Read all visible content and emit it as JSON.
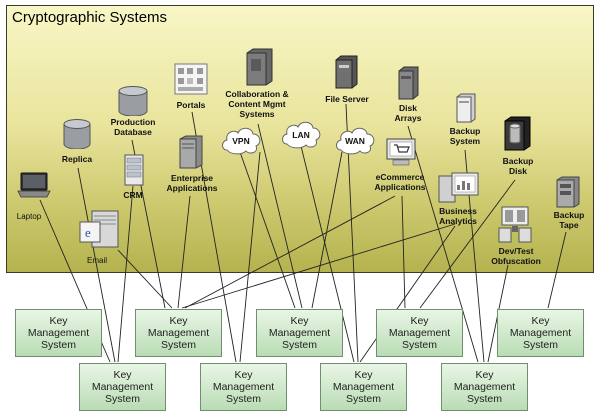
{
  "title": "Cryptographic Systems",
  "nodes": {
    "laptop": "Laptop",
    "replica": "Replica",
    "production_database": "Production\nDatabase",
    "crm": "CRM",
    "email": "Email",
    "portals": "Portals",
    "enterprise_applications": "Enterprise\nApplications",
    "collaboration": "Collaboration &\nContent Mgmt\nSystems",
    "vpn": "VPN",
    "lan": "LAN",
    "file_server": "File Server",
    "wan": "WAN",
    "disk_arrays": "Disk\nArrays",
    "ecommerce": "eCommerce\nApplications",
    "business_analytics": "Business\nAnalytics",
    "backup_system": "Backup\nSystem",
    "backup_disk": "Backup\nDisk",
    "dev_test": "Dev/Test\nObfuscation",
    "backup_tape": "Backup\nTape"
  },
  "kms_label": "Key\nManagement\nSystem",
  "kms": [
    {
      "label": "Key\nManagement\nSystem"
    },
    {
      "label": "Key\nManagement\nSystem"
    },
    {
      "label": "Key\nManagement\nSystem"
    },
    {
      "label": "Key\nManagement\nSystem"
    },
    {
      "label": "Key\nManagement\nSystem"
    },
    {
      "label": "Key\nManagement\nSystem"
    },
    {
      "label": "Key\nManagement\nSystem"
    },
    {
      "label": "Key\nManagement\nSystem"
    },
    {
      "label": "Key\nManagement\nSystem"
    }
  ]
}
